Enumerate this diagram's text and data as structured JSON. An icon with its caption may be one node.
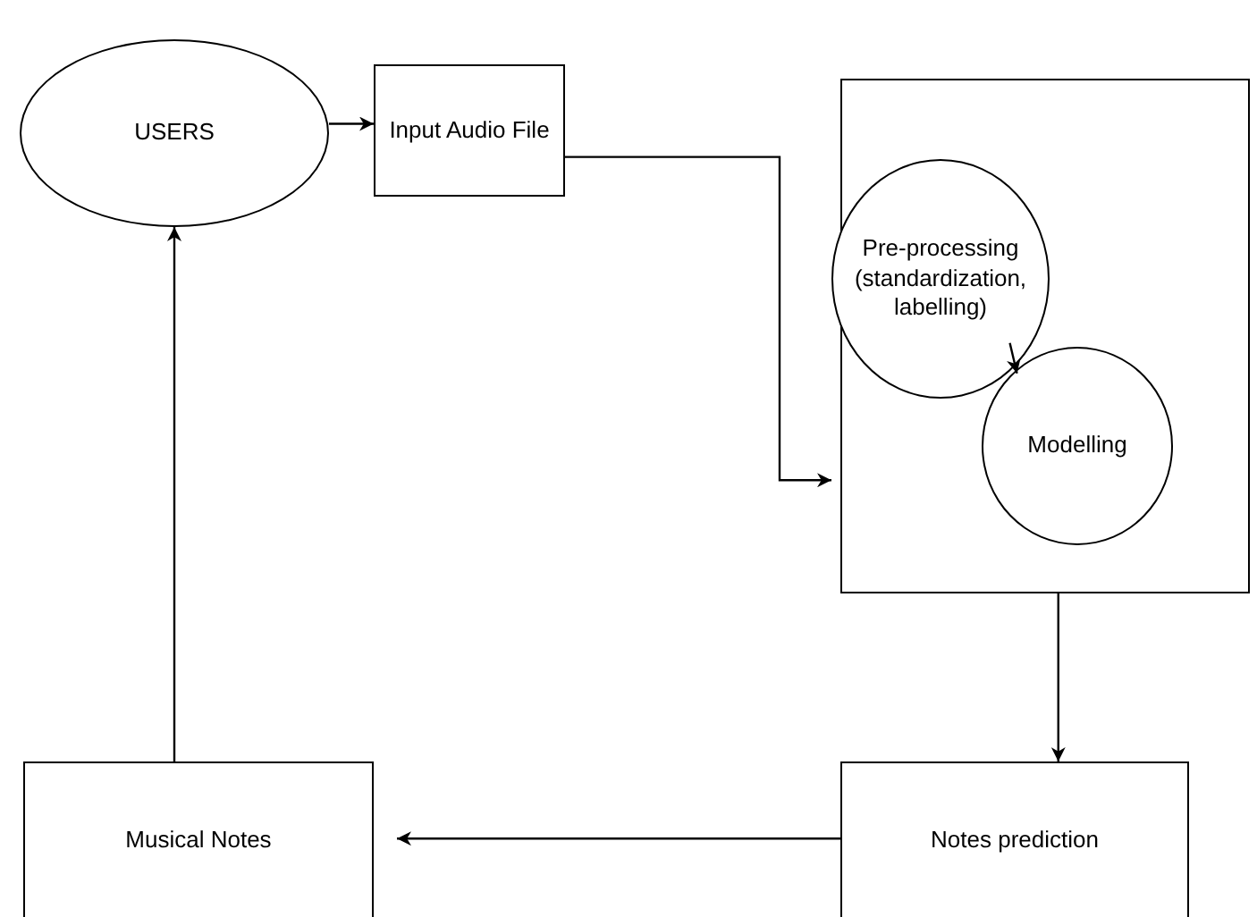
{
  "diagram": {
    "nodes": [
      {
        "text": [
          "USERS"
        ]
      },
      {
        "text": [
          "Input Audio File"
        ]
      },
      {
        "text": [],
        "shape": "box"
      },
      {
        "text": [
          "Pre-processing (standardization, labelling)"
        ],
        "in": 2
      },
      {
        "text": [
          "Modelling"
        ],
        "in": 2
      },
      {
        "text": [
          "Notes prediction"
        ]
      },
      {
        "text": [
          "Musical Notes"
        ]
      }
    ],
    "edges": [
      {
        "from": 0,
        "to": 1,
        "arrow": "to"
      },
      {
        "from": 1,
        "to": 2,
        "arrow": "to"
      },
      {
        "from": 3,
        "to": 4,
        "arrow": "to"
      },
      {
        "from": 2,
        "to": 5,
        "arrow": "to"
      },
      {
        "from": 5,
        "to": 6,
        "arrow": "to"
      },
      {
        "from": 6,
        "to": 0,
        "arrow": "to"
      }
    ]
  }
}
